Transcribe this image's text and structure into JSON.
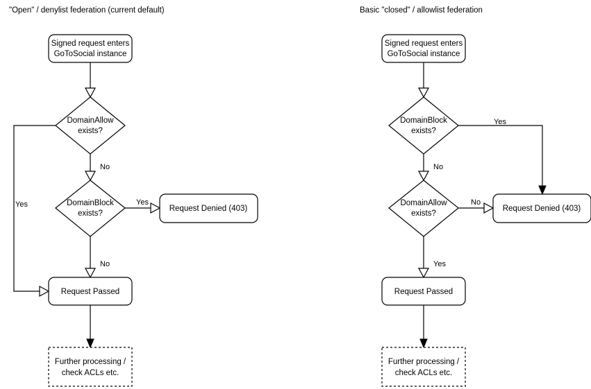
{
  "panels": [
    {
      "id": "open-federation",
      "title": "\"Open\" / denylist federation (current default)",
      "nodes": {
        "entry": "Signed request enters\nGoToSocial instance",
        "entry_line1": "Signed request enters",
        "entry_line2": "GoToSocial instance",
        "decision1_line1": "DomainAllow",
        "decision1_line2": "exists?",
        "decision2_line1": "DomainBlock",
        "decision2_line2": "exists?",
        "denied": "Request Denied (403)",
        "passed": "Request Passed",
        "further_line1": "Further processing /",
        "further_line2": "check ACLs etc."
      },
      "edge_labels": {
        "decision1_yes": "Yes",
        "decision1_no": "No",
        "decision2_yes": "Yes",
        "decision2_no": "No"
      }
    },
    {
      "id": "closed-federation",
      "title": "Basic \"closed\" / allowlist federation",
      "nodes": {
        "entry_line1": "Signed request enters",
        "entry_line2": "GoToSocial instance",
        "decision1_line1": "DomainBlock",
        "decision1_line2": "exists?",
        "decision2_line1": "DomainAllow",
        "decision2_line2": "exists?",
        "denied": "Request Denied (403)",
        "passed": "Request Passed",
        "further_line1": "Further processing /",
        "further_line2": "check ACLs etc."
      },
      "edge_labels": {
        "decision1_yes": "Yes",
        "decision1_no": "No",
        "decision2_no": "No",
        "decision2_yes": "Yes"
      }
    }
  ],
  "colors": {
    "stroke": "#000000",
    "fill": "#ffffff",
    "text": "#000000",
    "background": "#ffffff"
  }
}
